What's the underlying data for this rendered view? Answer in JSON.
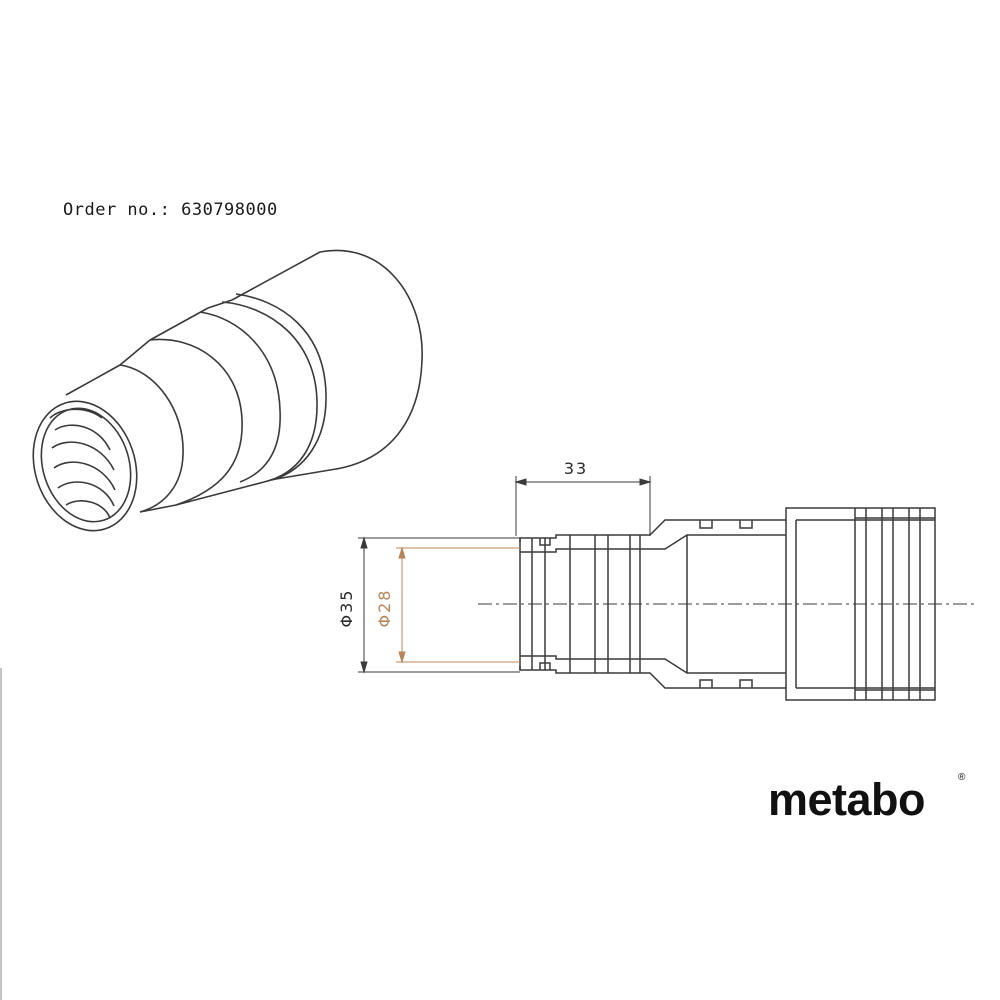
{
  "header": {
    "order_label": "Order no.:",
    "order_number": "630798000"
  },
  "dimensions": {
    "length": "33",
    "outer_diameter": "Φ35",
    "inner_diameter": "Φ28"
  },
  "brand": {
    "name": "metabo",
    "registered_mark": "®"
  },
  "colors": {
    "line": "#3a3a3a",
    "inner_dimension": "#b5865a",
    "brand": "#111111"
  }
}
